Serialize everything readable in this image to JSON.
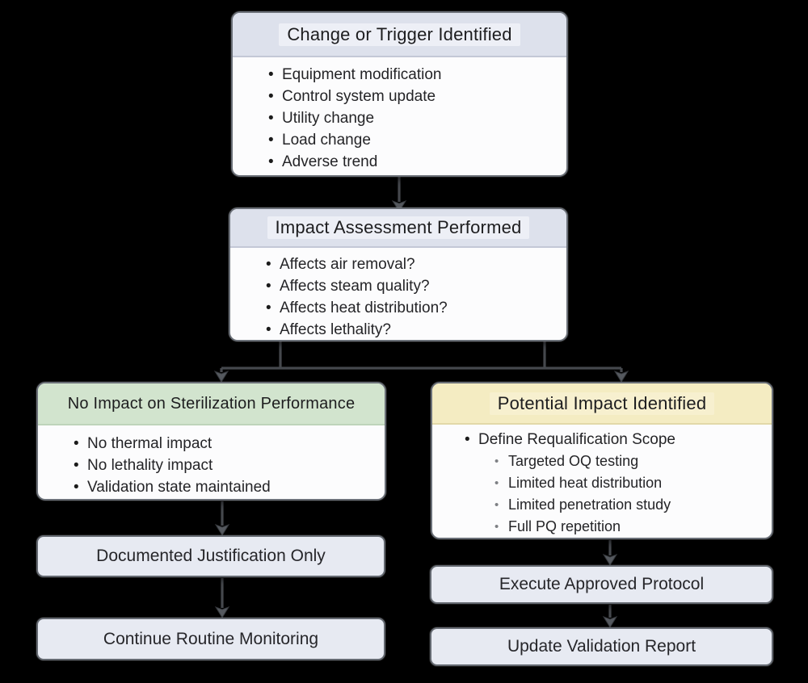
{
  "diagram_type": "flowchart",
  "background_color": "#000000",
  "colors": {
    "neutral_header": "#dde1ec",
    "green_header": "#d2e4ce",
    "yellow_header": "#f4ecc2",
    "action_box_fill": "#e7eaf2",
    "body_fill": "#fcfcfd",
    "border": "#6b7078",
    "arrow": "#45484d",
    "text": "#212121",
    "sub_bullet": "#7e8084"
  },
  "nodes": {
    "trigger": {
      "title": "Change or Trigger Identified",
      "items": [
        "Equipment modification",
        "Control system update",
        "Utility change",
        "Load change",
        "Adverse trend"
      ]
    },
    "assessment": {
      "title": "Impact Assessment Performed",
      "items": [
        "Affects air removal?",
        "Affects steam quality?",
        "Affects heat distribution?",
        "Affects lethality?"
      ]
    },
    "no_impact": {
      "title": "No Impact on Sterilization Performance",
      "items": [
        "No thermal impact",
        "No lethality impact",
        "Validation state maintained"
      ]
    },
    "potential_impact": {
      "title": "Potential Impact Identified",
      "main_item": "Define Requalification Scope",
      "sub_items": [
        "Targeted OQ testing",
        "Limited heat distribution",
        "Limited penetration study",
        "Full PQ repetition"
      ]
    },
    "documented_justification": {
      "label": "Documented Justification Only"
    },
    "continue_monitoring": {
      "label": "Continue Routine Monitoring"
    },
    "execute_protocol": {
      "label": "Execute Approved Protocol"
    },
    "update_report": {
      "label": "Update Validation Report"
    }
  }
}
